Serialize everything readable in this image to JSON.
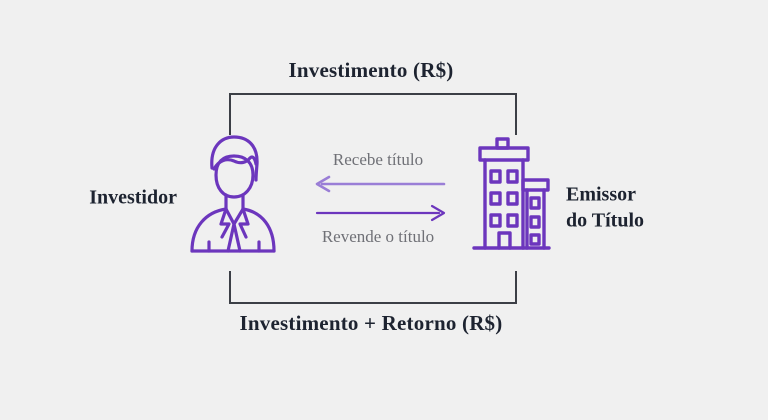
{
  "background_color": "#f0f0f0",
  "colors": {
    "text_dark": "#1d2330",
    "text_grey": "#6f7076",
    "bracket": "#3c3f46",
    "purple": "#6c36bd",
    "purple_light": "#9a7ed6"
  },
  "diagram": {
    "top_label": "Investimento (R$)",
    "bottom_label": "Investimento + Retorno (R$)",
    "investor": {
      "label": "Investidor",
      "icon": "businessperson-icon"
    },
    "issuer": {
      "label_line1": "Emissor",
      "label_line2": "do Título",
      "icon": "office-building-icon"
    },
    "flows": [
      {
        "text": "Recebe título",
        "direction": "left",
        "icon": "arrow-left-icon"
      },
      {
        "text": "Revende o título",
        "direction": "right",
        "icon": "arrow-right-icon"
      }
    ]
  }
}
